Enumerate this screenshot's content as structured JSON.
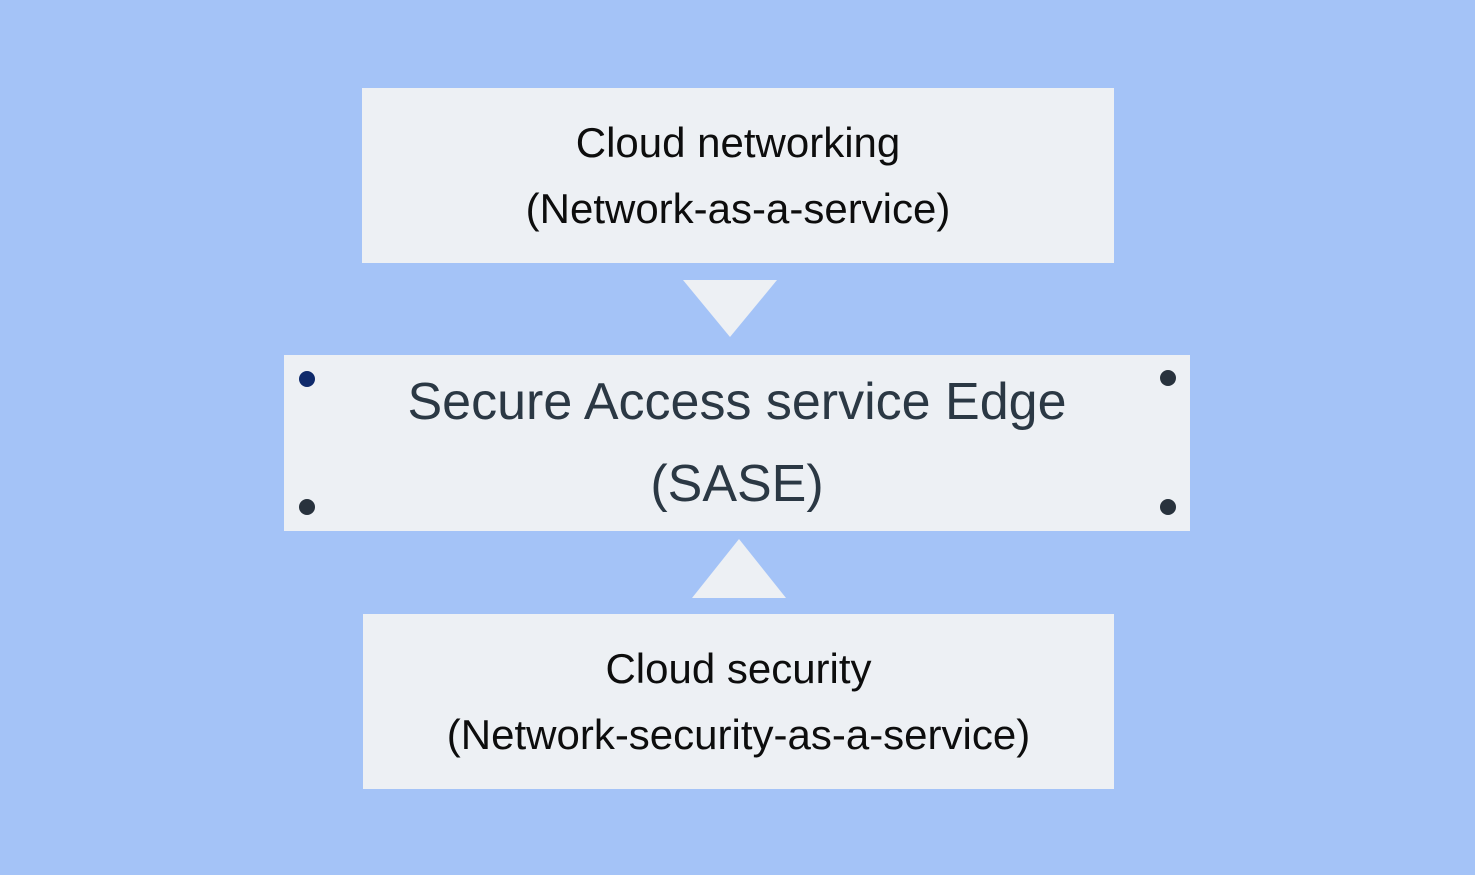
{
  "diagram": {
    "title_concept": "SASE composition diagram",
    "boxes": {
      "top": {
        "line1": "Cloud networking",
        "line2": "(Network-as-a-service)"
      },
      "middle": {
        "line1": "Secure Access service Edge",
        "line2": "(SASE)"
      },
      "bottom": {
        "line1": "Cloud security",
        "line2": "(Network-security-as-a-service)"
      }
    },
    "arrows": [
      {
        "name": "arrow-down",
        "direction": "down",
        "from": "top-box",
        "to": "middle-box"
      },
      {
        "name": "arrow-up",
        "direction": "up",
        "from": "bottom-box",
        "to": "middle-box"
      }
    ],
    "corner_dots": [
      {
        "position": "top-left",
        "color": "#0f2a6b"
      },
      {
        "position": "top-right",
        "color": "#28323d"
      },
      {
        "position": "bottom-left",
        "color": "#28323d"
      },
      {
        "position": "bottom-right",
        "color": "#28323d"
      }
    ],
    "colors": {
      "background": "#a4c3f7",
      "box_fill": "#edf0f4",
      "outer_box_text": "#0d0d0d",
      "middle_box_text": "#2b3844",
      "dot_navy": "#0f2a6b",
      "dot_dark": "#28323d"
    }
  }
}
